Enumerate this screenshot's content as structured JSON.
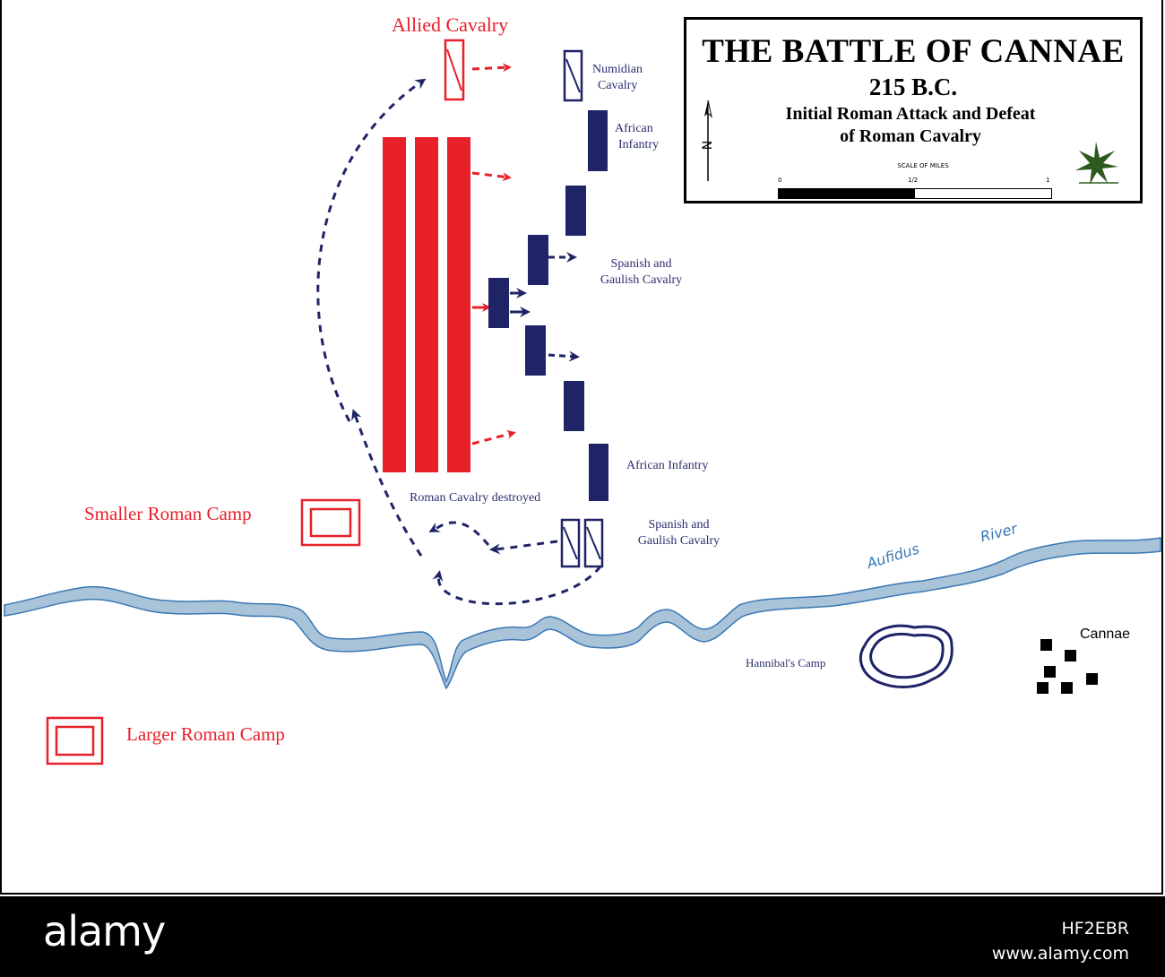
{
  "title": {
    "main": "THE BATTLE OF CANNAE",
    "date": "215 B.C.",
    "subtitle_line1": "Initial Roman Attack and Defeat",
    "subtitle_line2": "of Roman Cavalry"
  },
  "scale": {
    "label": "SCALE OF MILES",
    "ticks": [
      "0",
      "1/2",
      "1"
    ]
  },
  "labels": {
    "allied_cavalry": "Allied Cavalry",
    "numidian_cavalry_1": "Numidian",
    "numidian_cavalry_2": "Cavalry",
    "african_infantry_top_1": "African",
    "african_infantry_top_2": "Infantry",
    "spanish_gaulish_top_1": "Spanish and",
    "spanish_gaulish_top_2": "Gaulish Cavalry",
    "african_infantry_bottom": "African Infantry",
    "roman_cavalry_destroyed": "Roman Cavalry destroyed",
    "spanish_gaulish_bottom_1": "Spanish and",
    "spanish_gaulish_bottom_2": "Gaulish Cavalry",
    "smaller_roman_camp": "Smaller Roman Camp",
    "larger_roman_camp": "Larger Roman Camp",
    "river_name_1": "Aufidus",
    "river_name_2": "River",
    "hannibals_camp": "Hannibal's Camp",
    "cannae": "Cannae"
  },
  "compass": {
    "letter": "N"
  },
  "colors": {
    "roman": "#e8202a",
    "carthaginian": "#1e2466",
    "river_fill": "#a9c3d8",
    "river_stroke": "#3a78b5"
  },
  "watermark": {
    "brand": "alamy",
    "image_id": "HF2EBR",
    "site": "www.alamy.com"
  }
}
